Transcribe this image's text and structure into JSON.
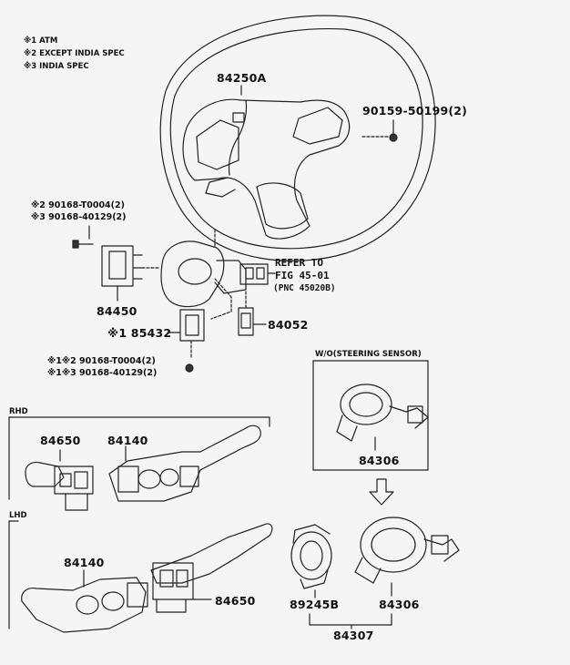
{
  "notes": [
    "※1 ATM",
    "※2 EXCEPT INDIA SPEC",
    "※3 INDIA SPEC"
  ],
  "labels": {
    "p84250A": "84250A",
    "p90159": "90159-50199(2)",
    "p90168a": "※2 90168-T0004(2)",
    "p90168b": "※3 90168-40129(2)",
    "p84450": "84450",
    "p85432": "※1 85432",
    "p84052": "84052",
    "p90168c": "※1※2 90168-T0004(2)",
    "p90168d": "※1※3 90168-40129(2)",
    "p84650_rhd": "84650",
    "p84140_rhd": "84140",
    "p84140_lhd": "84140",
    "p84650_lhd": "84650",
    "p84306_top": "84306",
    "p84306_bot": "84306",
    "p89245B": "89245B",
    "p84307": "84307"
  },
  "refer": {
    "line1": "REFER TO",
    "line2": "FIG 45-01",
    "line3": "(PNC 45020B)"
  },
  "sections": {
    "rhd": "RHD",
    "lhd": "LHD",
    "wo_sensor": "W/O(STEERING SENSOR)"
  }
}
